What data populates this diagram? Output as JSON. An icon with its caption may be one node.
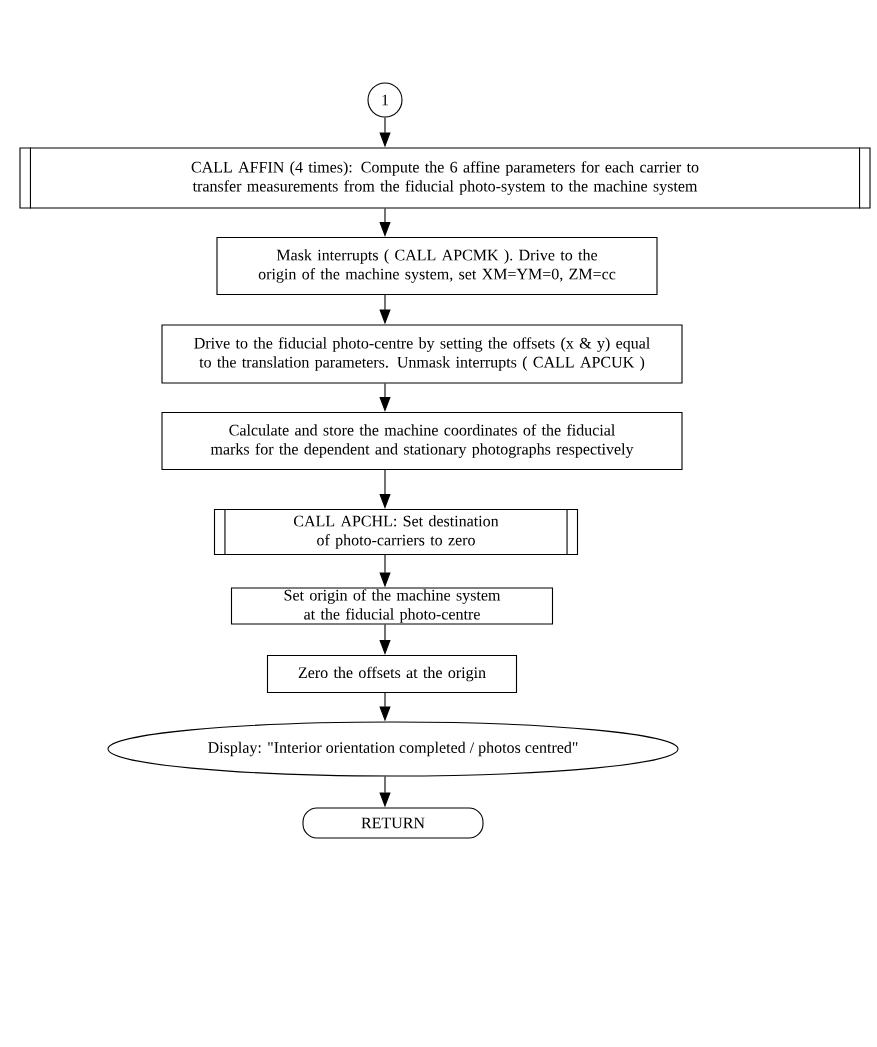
{
  "diagram": {
    "nodes": [
      {
        "text": [
          "1"
        ]
      },
      {
        "text": [
          "CALL AFFIN (4 times): Compute the 6 affine parameters for each carrier to transfer measurements from the fiducial photo-system to the machine system"
        ]
      },
      {
        "text": [
          "Mask interrupts ( CALL APCMK ). Drive to the origin of the machine system, set XM=YM=0, ZM=cc"
        ]
      },
      {
        "text": [
          "Drive to the fiducial photo-centre by setting the offsets (x & y) equal to the translation parameters. Unmask interrupts ( CALL APCUK )"
        ]
      },
      {
        "text": [
          "Calculate and store the machine coordinates of the fiducial marks for the dependent and stationary photographs respectively"
        ]
      },
      {
        "text": [
          "CALL APCHL: Set destination of photo-carriers to zero"
        ]
      },
      {
        "text": [
          "Set origin of the machine system at the fiducial photo-centre"
        ]
      },
      {
        "text": [
          "Zero the offsets at the origin"
        ]
      },
      {
        "text": [
          "Display: \"Interior orientation completed / photos centred\""
        ]
      },
      {
        "text": [
          "RETURN"
        ]
      }
    ],
    "edges": [
      {
        "from": 0,
        "to": 1,
        "arrow": "to"
      },
      {
        "from": 1,
        "to": 2,
        "arrow": "to"
      },
      {
        "from": 2,
        "to": 3,
        "arrow": "to"
      },
      {
        "from": 3,
        "to": 4,
        "arrow": "to"
      },
      {
        "from": 4,
        "to": 5,
        "arrow": "to"
      },
      {
        "from": 5,
        "to": 6,
        "arrow": "to"
      },
      {
        "from": 6,
        "to": 7,
        "arrow": "to"
      },
      {
        "from": 7,
        "to": 8,
        "arrow": "to"
      },
      {
        "from": 8,
        "to": 9,
        "arrow": "to"
      }
    ]
  }
}
